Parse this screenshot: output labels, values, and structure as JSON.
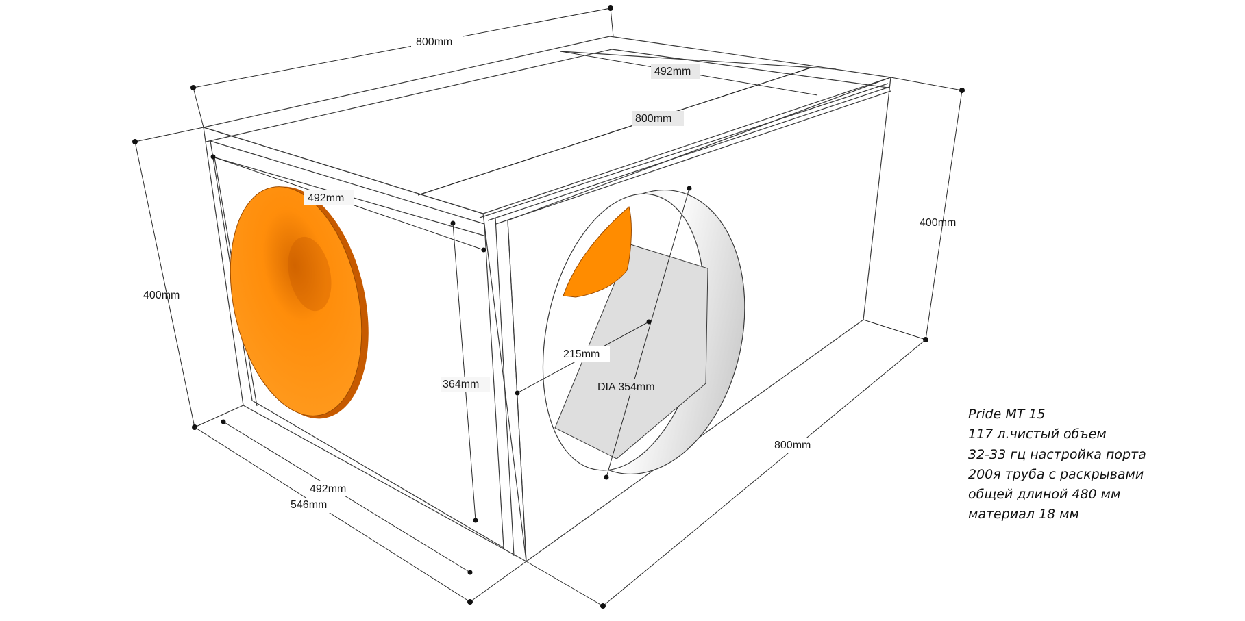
{
  "dimensions": {
    "top_length": "800mm",
    "top_inner_width": "492mm",
    "top_inner_length": "800mm",
    "front_inner_width": "492mm",
    "front_left_height": "400mm",
    "right_height": "400mm",
    "inner_height": "364mm",
    "bottom_inner_width": "492mm",
    "bottom_width": "546mm",
    "port_offset": "215mm",
    "port_diameter": "DIA 354mm",
    "bottom_length": "800mm"
  },
  "notes": [
    "Pride MT 15",
    "117 л.чистый объем",
    "32-33  гц настройка порта",
    "200я труба с раскрывами",
    "общей длиной 480 мм",
    "материал 18 мм"
  ],
  "colors": {
    "speaker_cone": "#ff8c00",
    "speaker_shadow": "#c65a00",
    "panel_light": "#f7f7f7",
    "panel_top": "#e6e6e6",
    "panel_inner": "#dcdcdc"
  }
}
